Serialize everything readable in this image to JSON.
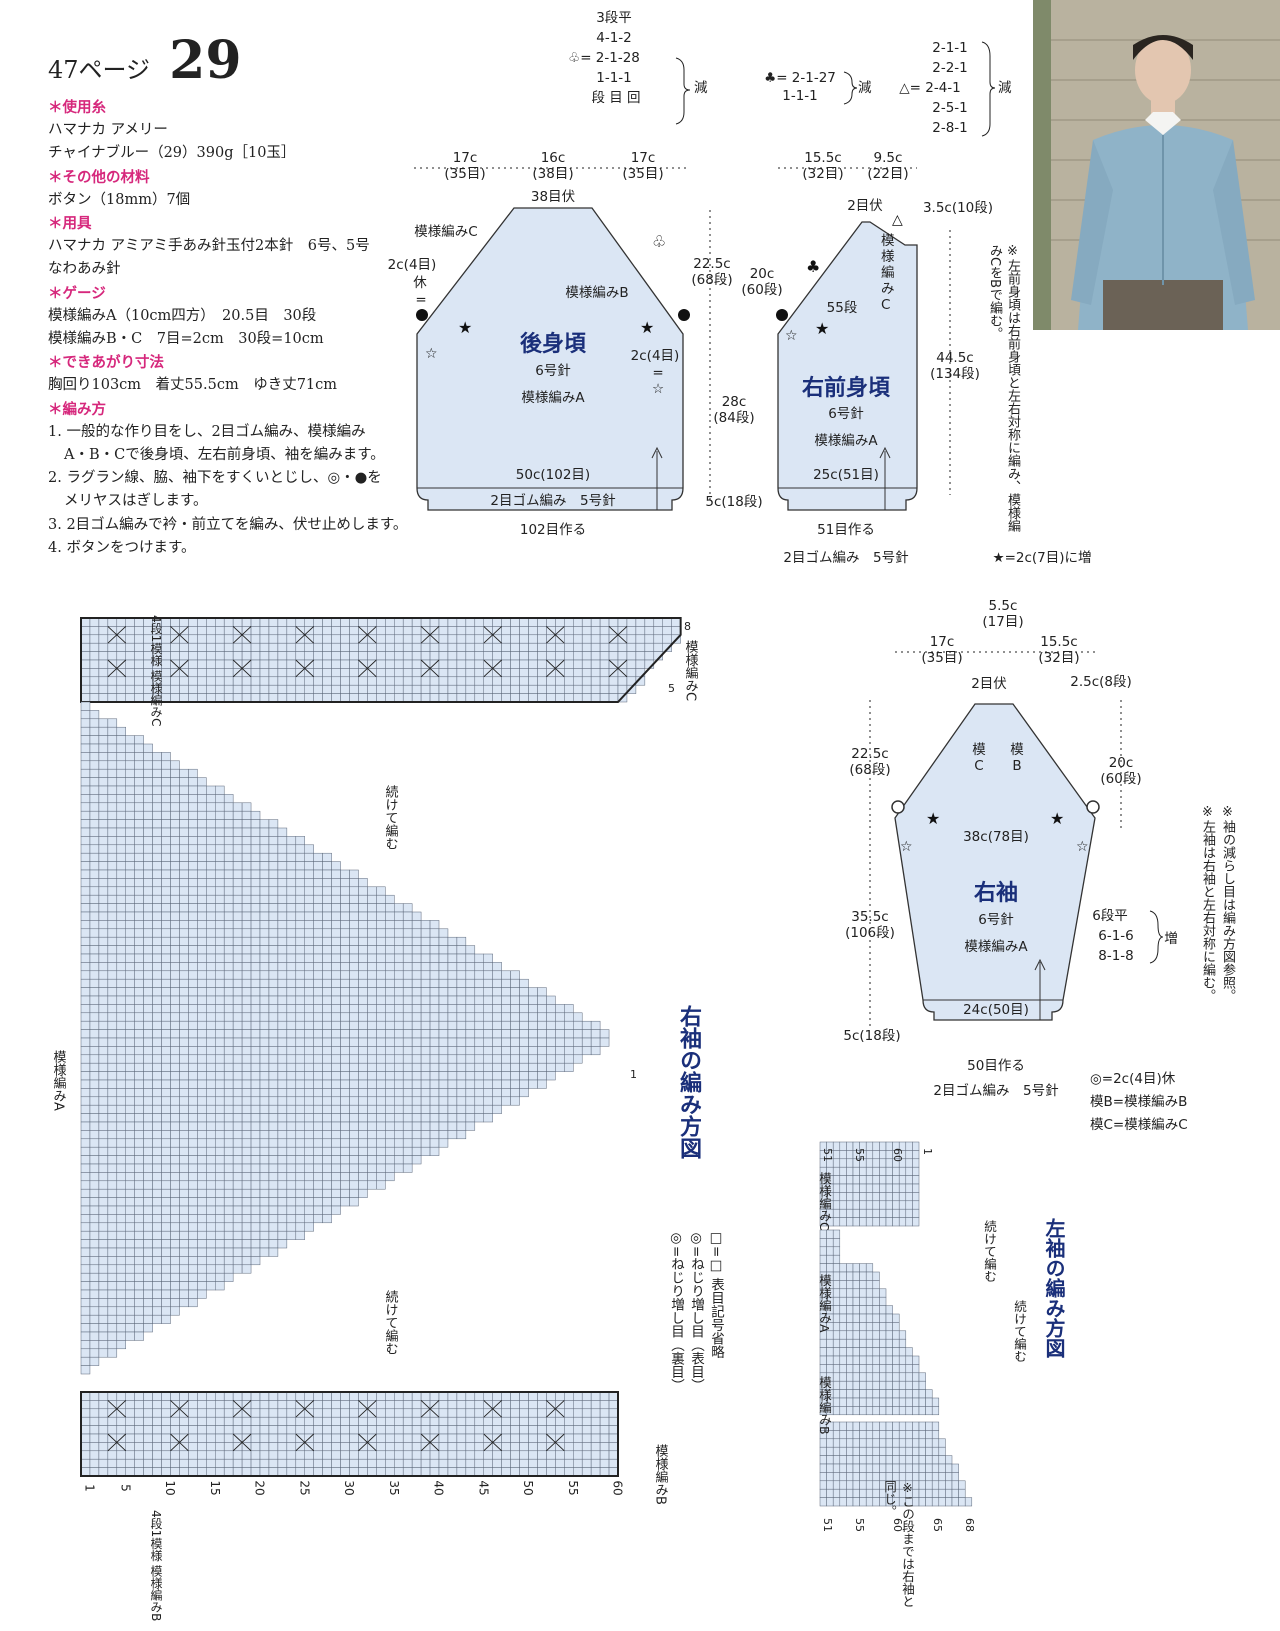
{
  "header": {
    "page": "47ページ",
    "number": "29"
  },
  "spec": [
    {
      "kind": "h",
      "text": "＊使用糸"
    },
    {
      "kind": "t",
      "text": "ハマナカ アメリー"
    },
    {
      "kind": "t",
      "text": "チャイナブルー（29）390g［10玉］"
    },
    {
      "kind": "h",
      "text": "＊その他の材料"
    },
    {
      "kind": "t",
      "text": "ボタン（18mm）7個"
    },
    {
      "kind": "h",
      "text": "＊用具"
    },
    {
      "kind": "t",
      "text": "ハマナカ アミアミ手あみ針玉付2本針　6号、5号"
    },
    {
      "kind": "t",
      "text": "なわあみ針"
    },
    {
      "kind": "h",
      "text": "＊ゲージ"
    },
    {
      "kind": "t",
      "text": "模様編みA（10cm四方）　20.5目　30段"
    },
    {
      "kind": "t",
      "text": "模様編みB・C　7目=2cm　30段=10cm"
    },
    {
      "kind": "h",
      "text": "＊できあがり寸法"
    },
    {
      "kind": "t",
      "text": "胸回り103cm　着丈55.5cm　ゆき丈71cm"
    },
    {
      "kind": "h",
      "text": "＊編み方"
    },
    {
      "kind": "t",
      "text": "1. 一般的な作り目をし、2目ゴム編み、模様編み"
    },
    {
      "kind": "i",
      "text": "A・B・Cで後身頃、左右前身頃、袖を編みます。"
    },
    {
      "kind": "t",
      "text": "2. ラグラン線、脇、袖下をすくいとじし、◎・●を"
    },
    {
      "kind": "i",
      "text": "メリヤスはぎします。"
    },
    {
      "kind": "t",
      "text": "3. 2目ゴム編みで衿・前立てを編み、伏せ止めします。"
    },
    {
      "kind": "t",
      "text": "4. ボタンをつけます。"
    }
  ],
  "decrease_tables": {
    "club_flower": [
      "3段平",
      "4-1-2",
      "♧= 2-1-28",
      "1-1-1",
      "段 目 回"
    ],
    "club": [
      "♣= 2-1-27",
      "1-1-1"
    ],
    "triangle": [
      "2-1-1",
      "2-2-1",
      "△= 2-4-1",
      "2-5-1",
      "2-8-1"
    ],
    "label": "減"
  },
  "back": {
    "title": "後身頃",
    "needle": "6号針",
    "pattern": "模様編みA",
    "top_dims": [
      "17c",
      "(35目)",
      "16c",
      "(38目)",
      "17c",
      "(35目)"
    ],
    "bind": "38目伏",
    "patC": "模様編みC",
    "patB": "模様編みB",
    "hold_l": [
      "2c(4目)",
      "休",
      "="
    ],
    "hold_r": [
      "2c(4目)",
      "=",
      "☆"
    ],
    "width": "50c(102目)",
    "rib": "2目ゴム編み　5号針",
    "cast": "102目作る",
    "h1": [
      "22.5c",
      "(68段)"
    ],
    "h2": [
      "28c",
      "(84段)"
    ],
    "h3": "5c(18段)"
  },
  "front": {
    "title": "右前身頃",
    "needle": "6号針",
    "pattern": "模様編みA",
    "top_dims": [
      "15.5c",
      "(32目)",
      "9.5c",
      "(22目)"
    ],
    "bind": "2目伏",
    "patC": "模様編みC",
    "rows55": "55段",
    "width": "25c(51目)",
    "cast": "51目作る",
    "rib": "2目ゴム編み　5号針",
    "h0": "3.5c(10段)",
    "h1": [
      "20c",
      "(60段)"
    ],
    "h2": [
      "44.5c",
      "(134段)"
    ],
    "note": "※左前身頃は右前身頃と左右対称に編み、模様編みCをBで編む。",
    "star_note": "★=2c(7目)に増"
  },
  "sleeve": {
    "title": "右袖",
    "needle": "6号針",
    "pattern": "模様編みA",
    "top_dims": [
      "5.5c",
      "(17目)",
      "17c",
      "(35目)",
      "15.5c",
      "(32目)"
    ],
    "bind": "2目伏",
    "h_top_r": "2.5c(8段)",
    "modC": [
      "模",
      "C"
    ],
    "modB": [
      "模",
      "B"
    ],
    "width_top": "38c(78目)",
    "width_bot": "24c(50目)",
    "h1": [
      "22.5c",
      "(68段)"
    ],
    "h2": [
      "35.5c",
      "(106段)"
    ],
    "h3": "5c(18段)",
    "h_r": [
      "20c",
      "(60段)"
    ],
    "inc": [
      "6段平",
      "6-1-6",
      "8-1-8"
    ],
    "inc_label": "増",
    "cast": "50目作る",
    "rib": "2目ゴム編み　5号針",
    "notes": [
      "※袖の減らし目は編み方図参照。",
      "※左袖は右袖と左右対称に編む。"
    ],
    "legend": [
      "◎=2c(4目)休",
      "模B=模様編みB",
      "模C=模様編みC"
    ]
  },
  "right_chart": {
    "title": "右袖の編み方図",
    "cont": "続けて編む",
    "labelA": "模様編みA",
    "labelC": "模様編みC",
    "labelB": "模様編みB",
    "top_left": "4段1模様 模様編みC",
    "bot_left": "4段1模様 模様編みB",
    "xticks": [
      "1",
      "5",
      "10",
      "15",
      "20",
      "25",
      "30",
      "35",
      "40",
      "45",
      "50",
      "55",
      "60"
    ],
    "row_labels": [
      "8",
      "5",
      "1"
    ],
    "legend": [
      "□=□ 表目記号省略",
      "◎=ねじり増し目（表目）",
      "◎=ねじり増し目（裏目）"
    ]
  },
  "left_chart": {
    "title": "左袖の編み方図",
    "cont": "続けて編む",
    "labelC": "模様編みC",
    "labelA": "模様編みA",
    "labelB": "模様編みB",
    "top_ticks": [
      "51",
      "55",
      "60",
      "1"
    ],
    "bot_ticks": [
      "51",
      "55",
      "60",
      "65",
      "68"
    ],
    "note": "※この段までは右袖と同じ。"
  },
  "colors": {
    "fill": "#dbe6f4",
    "accent": "#d6287c",
    "title": "#1a2f7a"
  }
}
